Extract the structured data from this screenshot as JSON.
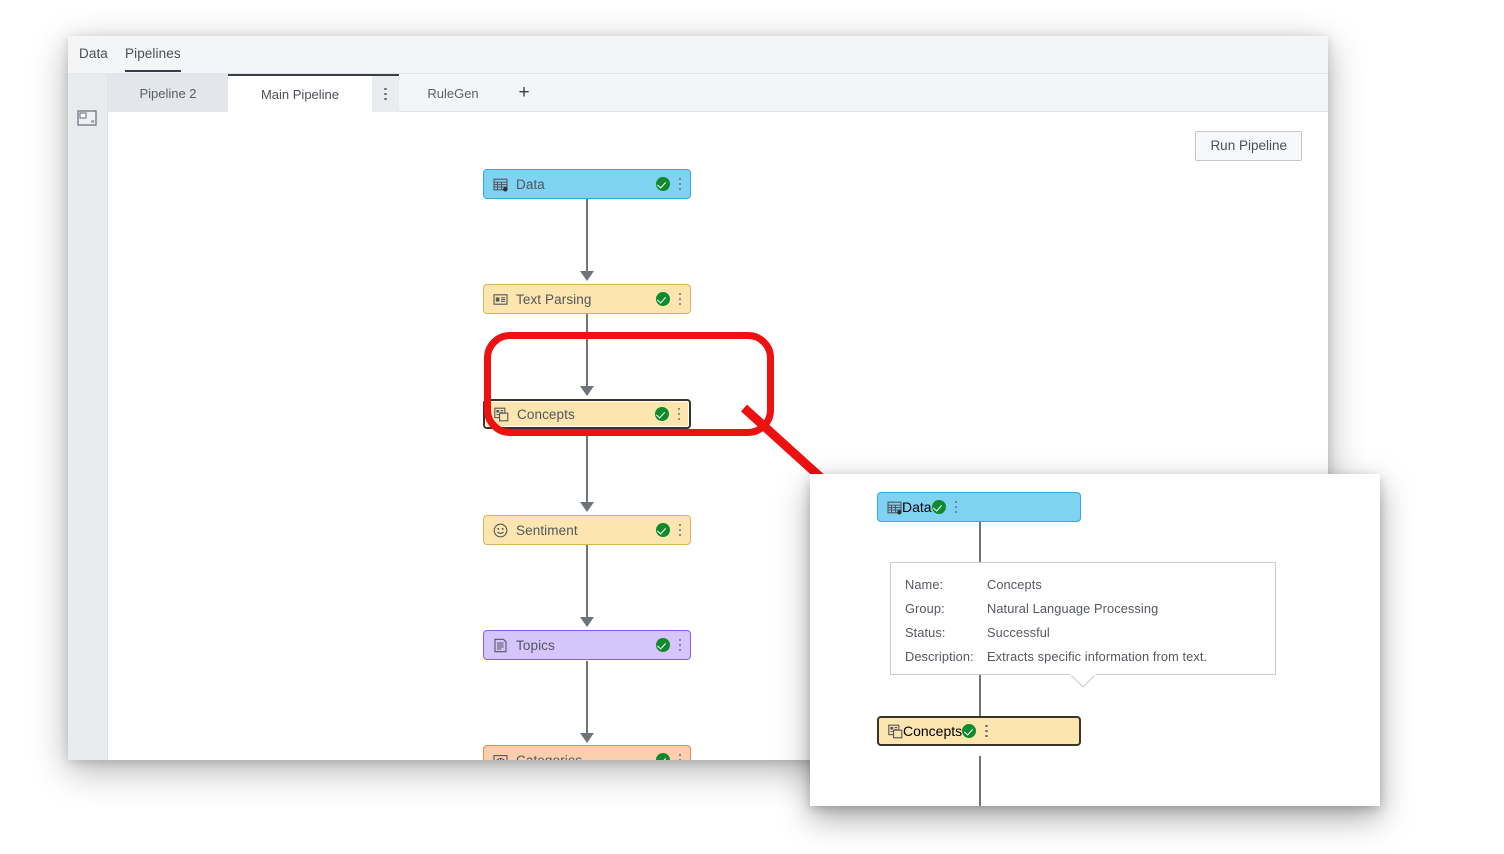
{
  "menu": {
    "items": [
      {
        "label": "Data",
        "active": false
      },
      {
        "label": "Pipelines",
        "active": true
      }
    ]
  },
  "rail": {
    "panel_icon": "panel-layout-icon"
  },
  "tabs": {
    "items": [
      {
        "label": "Pipeline 2",
        "active": false
      },
      {
        "label": "Main Pipeline",
        "active": true
      }
    ],
    "tab_menu_icon": "kebab-menu-icon",
    "rulegen_label": "RuleGen",
    "add_label": "+"
  },
  "toolbar": {
    "run_pipeline_label": "Run Pipeline"
  },
  "pipeline": {
    "nodes": [
      {
        "label": "Data",
        "icon": "database-table-icon",
        "status": "Successful",
        "bg": "#7ED2F2",
        "border": "#3AA9D9",
        "selected": false
      },
      {
        "label": "Text Parsing",
        "icon": "text-parsing-icon",
        "status": "Successful",
        "bg": "#FCE5AE",
        "border": "#D8B55C",
        "selected": false
      },
      {
        "label": "Concepts",
        "icon": "concepts-icon",
        "status": "Successful",
        "bg": "#FCE5AE",
        "border": "#3B3326",
        "selected": true
      },
      {
        "label": "Sentiment",
        "icon": "smiley-face-icon",
        "status": "Successful",
        "bg": "#FCE5AE",
        "border": "#D8B55C",
        "selected": false
      },
      {
        "label": "Topics",
        "icon": "document-list-icon",
        "status": "Successful",
        "bg": "#D6C5FC",
        "border": "#8C5BEB",
        "selected": false
      },
      {
        "label": "Categories",
        "icon": "categories-chart-icon",
        "status": "Successful",
        "bg": "#FBCFAE",
        "border": "#E08B53",
        "selected": false
      }
    ],
    "status_icon": "green-check-circle-icon",
    "node_menu_icon": "kebab-menu-icon"
  },
  "callout": {
    "color": "#EE1111",
    "target_node": "Concepts",
    "arrow_icon": "red-arrow-icon"
  },
  "inset": {
    "nodes": [
      {
        "label": "Data",
        "icon": "database-table-icon",
        "bg": "#7ED2F2",
        "border": "#3AA9D9",
        "selected": false
      },
      {
        "label": "Concepts",
        "icon": "concepts-icon",
        "bg": "#FCE5AE",
        "border": "#3B3326",
        "selected": true
      }
    ],
    "tooltip": {
      "rows": [
        {
          "key": "Name:",
          "value": "Concepts"
        },
        {
          "key": "Group:",
          "value": "Natural Language Processing"
        },
        {
          "key": "Status:",
          "value": "Successful"
        },
        {
          "key": "Description:",
          "value": "Extracts specific information from text."
        }
      ]
    }
  }
}
